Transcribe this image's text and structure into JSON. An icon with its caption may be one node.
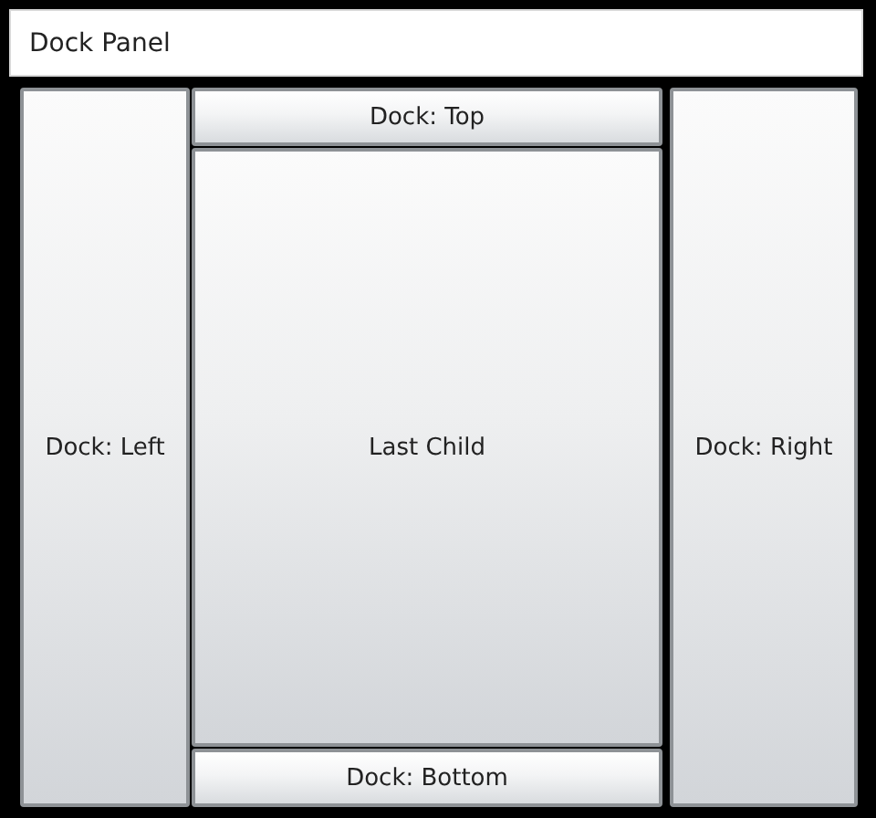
{
  "diagram": {
    "nodes": [
      {
        "text": [
          "Dock Panel"
        ]
      },
      {
        "text": [
          "Dock: Top"
        ],
        "in": 0
      },
      {
        "text": [
          "Dock: Left"
        ],
        "in": 0
      },
      {
        "text": [
          "Last Child"
        ],
        "in": 0
      },
      {
        "text": [
          "Dock: Right"
        ],
        "in": 0
      },
      {
        "text": [
          "Dock: Bottom"
        ],
        "in": 0
      }
    ]
  }
}
